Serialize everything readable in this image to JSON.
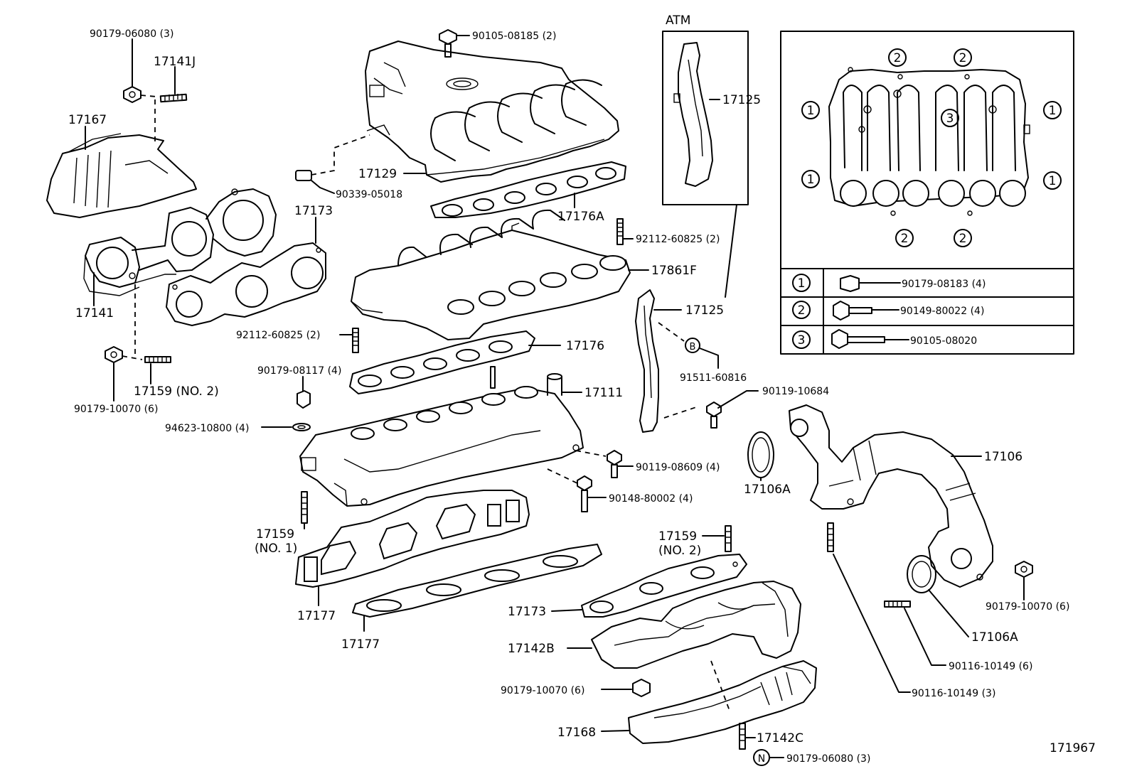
{
  "labels": {
    "p90179_06080_3_top": "90179-06080 (3)",
    "p17141J": "17141J",
    "p17167": "17167",
    "p17141": "17141",
    "p90179_10070_6_left": "90179-10070 (6)",
    "p17159_no2_left": "17159 (NO. 2)",
    "p90105_08185_2": "90105-08185 (2)",
    "p17129": "17129",
    "p90339_05018": "90339-05018",
    "p17173_top": "17173",
    "p17176A": "17176A",
    "p92112_60825_2_right": "92112-60825 (2)",
    "p17861F": "17861F",
    "p92112_60825_2_left": "92112-60825 (2)",
    "p17176": "17176",
    "p90179_08117_4": "90179-08117 (4)",
    "p94623_10800_4": "94623-10800 (4)",
    "p17111": "17111",
    "p90119_08609_4": "90119-08609 (4)",
    "p90148_80002_4": "90148-80002 (4)",
    "p17159": "17159",
    "p_no1": "(NO. 1)",
    "p17177_a": "17177",
    "p17177_b": "17177",
    "atm": "ATM",
    "p17125_inset": "17125",
    "p17125_main": "17125",
    "p91511_60816": "91511-60816",
    "p90119_10684": "90119-10684",
    "p17106": "17106",
    "p17106A_left": "17106A",
    "p17159_no2_right_num": "17159",
    "p17159_no2_right_no": "(NO. 2)",
    "p90179_10070_6_right": "90179-10070 (6)",
    "p17106A_right": "17106A",
    "p90116_10149_6": "90116-10149 (6)",
    "p90116_10149_3": "90116-10149 (3)",
    "p17173_bottom": "17173",
    "p17142B": "17142B",
    "p90179_10070_6_bottom": "90179-10070 (6)",
    "p17168": "17168",
    "p17142C": "17142C",
    "p90179_06080_3_bottom": "90179-06080 (3)",
    "fig_no": "171967"
  },
  "callouts": {
    "c1": "1",
    "c2": "2",
    "c3": "3",
    "cB": "B",
    "cN": "N"
  },
  "legend": [
    {
      "key": "1",
      "part": "90179-08183 (4)"
    },
    {
      "key": "2",
      "part": "90149-80022 (4)"
    },
    {
      "key": "3",
      "part": "90105-08020"
    }
  ]
}
